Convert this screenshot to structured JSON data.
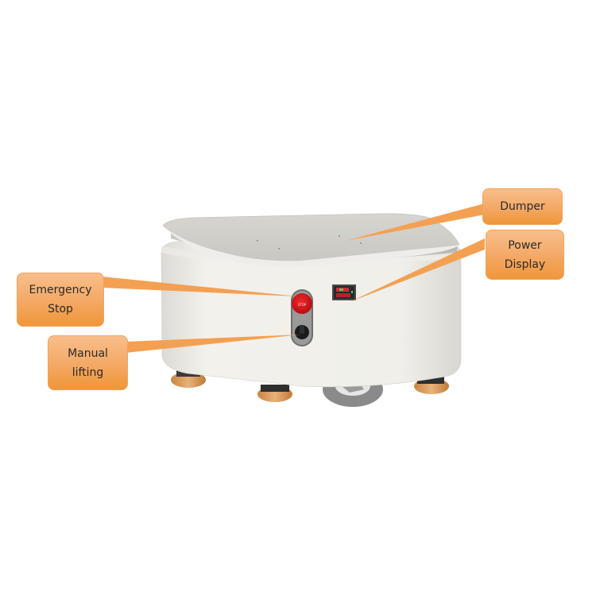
{
  "diagram": {
    "subject": "robot-chassis",
    "colors": {
      "callout_top": "#f8be8c",
      "callout_bottom": "#ef9638",
      "leader_line": "#f4a052",
      "body": "#efede7",
      "plate": "#cdccc7",
      "estop_red": "#d0141a",
      "wheel_orange": "#d99a5a"
    },
    "labels": [
      {
        "id": "dumper",
        "lines": [
          "Dumper"
        ]
      },
      {
        "id": "power-display",
        "lines": [
          "Power",
          "Display"
        ]
      },
      {
        "id": "emergency-stop",
        "lines": [
          "Emergency",
          "Stop"
        ]
      },
      {
        "id": "manual-lifting",
        "lines": [
          "Manual",
          "lifting"
        ]
      }
    ]
  }
}
